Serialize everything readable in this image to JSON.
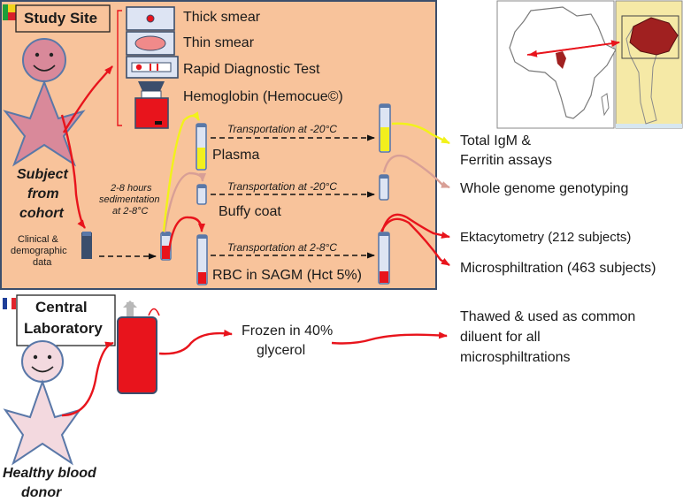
{
  "study_site": {
    "title": "Study Site",
    "flag_colors": [
      "#1e9e3a",
      "#f2d21b",
      "#d8202a"
    ],
    "box_color": "#f8c39b",
    "samples": {
      "thick_smear": "Thick smear",
      "thin_smear": "Thin smear",
      "rdt": "Rapid Diagnostic Test",
      "hemoglobin": "Hemoglobin (Hemocue©)"
    },
    "subject": {
      "line1": "Subject",
      "line2": "from",
      "line3": "cohort"
    },
    "clinical": {
      "line1": "Clinical &",
      "line2": "demographic",
      "line3": "data"
    },
    "sedimentation": {
      "line1": "2-8 hours",
      "line2": "sedimentation",
      "line3": "at 2-8°C"
    },
    "fractions": {
      "plasma": "Plasma",
      "buffy_coat": "Buffy coat",
      "rbc": "RBC in SAGM (Hct 5%)"
    },
    "transport": {
      "plasma": "Transportation at -20°C",
      "buffy": "Transportation at -20°C",
      "rbc": "Transportation at 2-8°C"
    }
  },
  "outputs": {
    "igm_line1": "Total IgM &",
    "igm_line2": "Ferritin assays",
    "genotyping": "Whole genome genotyping",
    "ektacytometry": "Ektacytometry (212 subjects)",
    "microsphiltration": "Microsphiltration (463 subjects)"
  },
  "central_lab": {
    "title_line1": "Central",
    "title_line2": "Laboratory",
    "flag_colors": [
      "#1f3f99",
      "#ffffff",
      "#e1252c"
    ],
    "frozen_line1": "Frozen in 40%",
    "frozen_line2": "glycerol",
    "thawed_line1": "Thawed & used as common",
    "thawed_line2": "diluent for all",
    "thawed_line3": "microsphiltrations",
    "donor_line1": "Healthy blood",
    "donor_line2": "donor"
  },
  "map": {
    "highlight_color": "#a02020"
  },
  "colors": {
    "arrow_red": "#e8141c",
    "arrow_yellow": "#f2f21a",
    "arrow_pink": "#d89f96",
    "tube_blue": "#5a78a8",
    "tube_fill": "#dde4f3",
    "blood": "#e8141c",
    "plasma": "#f2ef1d",
    "person_fill": "#d9899a"
  }
}
